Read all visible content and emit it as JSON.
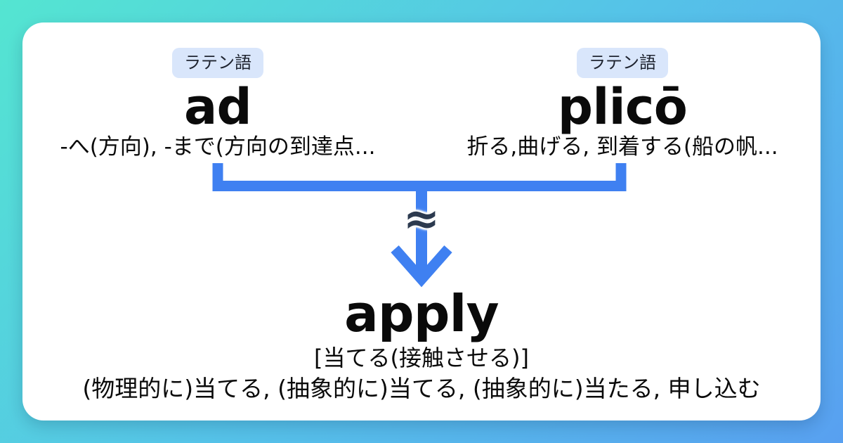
{
  "roots": [
    {
      "language_label": "ラテン語",
      "word": "ad",
      "meaning": "-へ(方向), -まで(方向の到達点..."
    },
    {
      "language_label": "ラテン語",
      "word": "plicō",
      "meaning": "折る,曲げる, 到着する(船の帆..."
    }
  ],
  "connector": {
    "approx_symbol": "≈"
  },
  "result": {
    "word": "apply",
    "core_meaning": "[当てる(接触させる)]",
    "meanings": "(物理的に)当てる, (抽象的に)当てる, (抽象的に)当たる, 申し込む"
  },
  "colors": {
    "accent_blue": "#3f80f1",
    "approx_dark": "#2c3a4f",
    "badge_bg": "#d9e6fb",
    "badge_text": "#1f2430",
    "gradient_start": "#54e5d1",
    "gradient_mid": "#55c3e8",
    "gradient_end": "#58a0f0",
    "card_bg": "#ffffff",
    "text": "#0a0a0a"
  }
}
